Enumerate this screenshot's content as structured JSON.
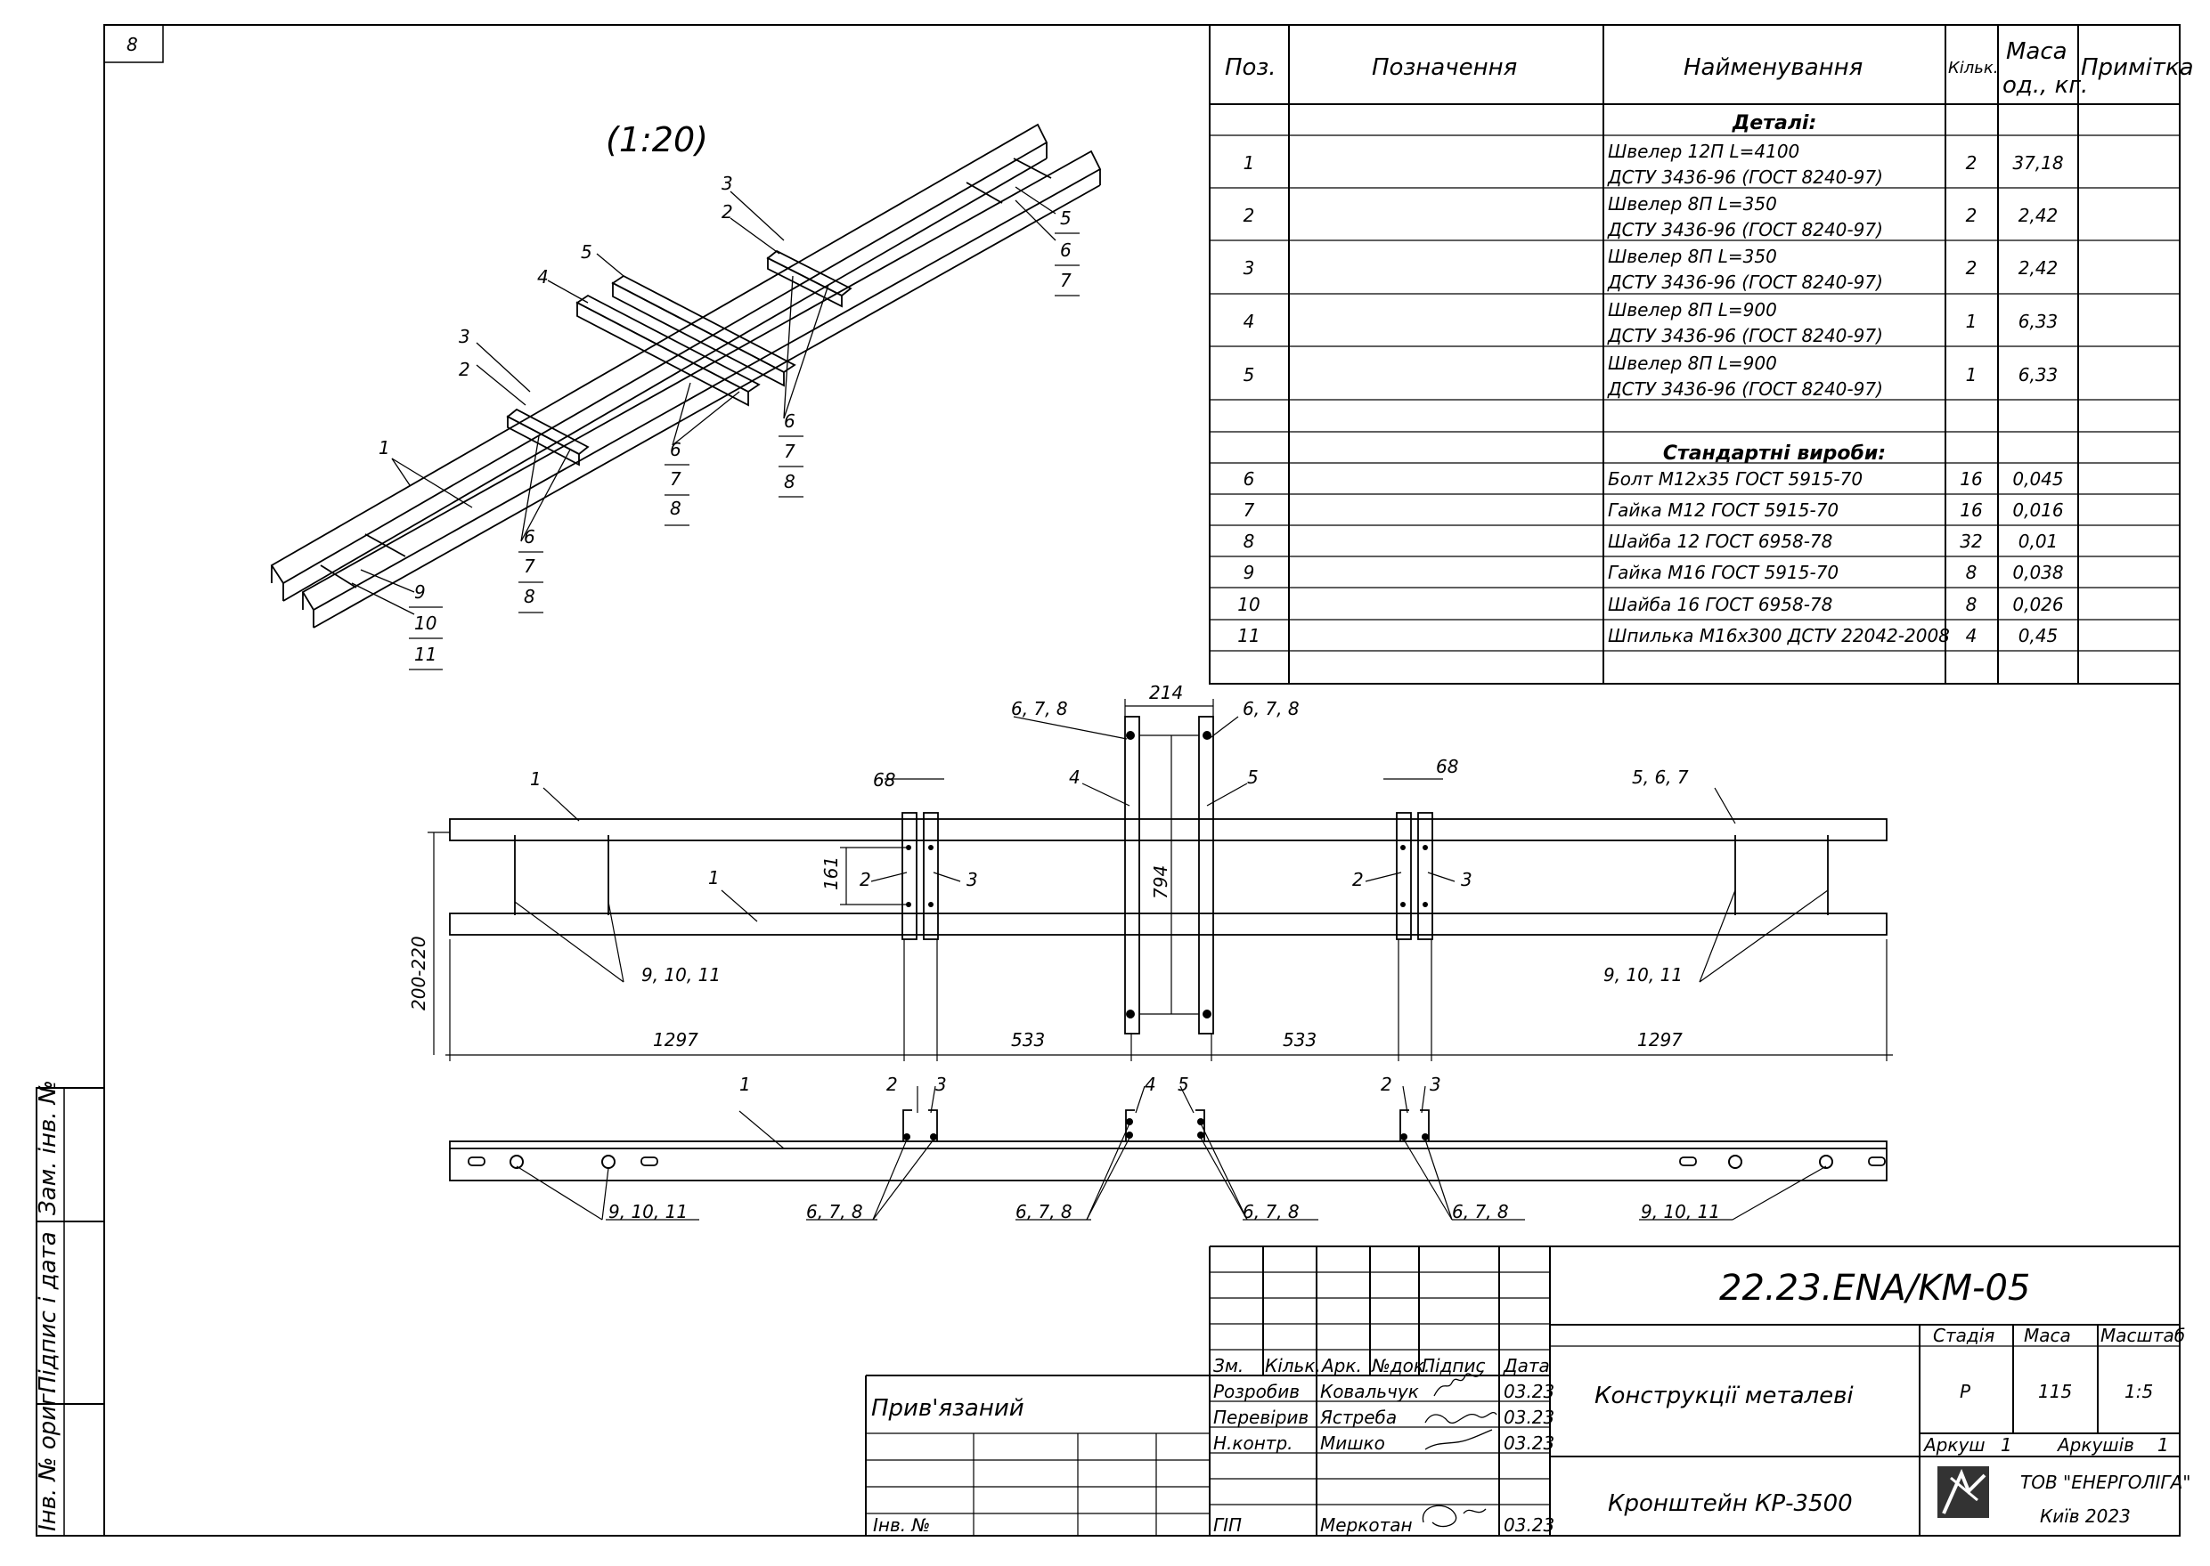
{
  "sheet_corner_number": "8",
  "iso_view": {
    "scale_label": "(1:20)",
    "callouts": [
      "1",
      "2",
      "3",
      "4",
      "5",
      "6",
      "7",
      "8",
      "9",
      "10",
      "11"
    ]
  },
  "spec_table": {
    "headers": {
      "pos": "Поз.",
      "designation": "Позначення",
      "name": "Найменування",
      "qty": "Кільк.",
      "mass_line1": "Маса",
      "mass_line2": "од., кг.",
      "note": "Примітка"
    },
    "section_details": "Деталі:",
    "details": [
      {
        "pos": "1",
        "name1": "Швелер 12П L=4100",
        "name2": "ДСТУ 3436-96 (ГОСТ 8240-97)",
        "qty": "2",
        "mass": "37,18"
      },
      {
        "pos": "2",
        "name1": "Швелер 8П L=350",
        "name2": "ДСТУ 3436-96 (ГОСТ 8240-97)",
        "qty": "2",
        "mass": "2,42"
      },
      {
        "pos": "3",
        "name1": "Швелер 8П L=350",
        "name2": "ДСТУ 3436-96 (ГОСТ 8240-97)",
        "qty": "2",
        "mass": "2,42"
      },
      {
        "pos": "4",
        "name1": "Швелер 8П L=900",
        "name2": "ДСТУ 3436-96 (ГОСТ 8240-97)",
        "qty": "1",
        "mass": "6,33"
      },
      {
        "pos": "5",
        "name1": "Швелер 8П L=900",
        "name2": "ДСТУ 3436-96 (ГОСТ 8240-97)",
        "qty": "1",
        "mass": "6,33"
      }
    ],
    "section_standard": "Стандартні вироби:",
    "standard": [
      {
        "pos": "6",
        "name": "Болт М12х35 ГОСТ 5915-70",
        "qty": "16",
        "mass": "0,045"
      },
      {
        "pos": "7",
        "name": "Гайка М12 ГОСТ 5915-70",
        "qty": "16",
        "mass": "0,016"
      },
      {
        "pos": "8",
        "name": "Шайба 12 ГОСТ 6958-78",
        "qty": "32",
        "mass": "0,01"
      },
      {
        "pos": "9",
        "name": "Гайка М16 ГОСТ 5915-70",
        "qty": "8",
        "mass": "0,038"
      },
      {
        "pos": "10",
        "name": "Шайба 16 ГОСТ 6958-78",
        "qty": "8",
        "mass": "0,026"
      },
      {
        "pos": "11",
        "name": "Шпилька М16х300 ДСТУ 22042-2008",
        "qty": "4",
        "mass": "0,45"
      }
    ]
  },
  "plan_view": {
    "dims": {
      "d214": "214",
      "d68a": "68",
      "d68b": "68",
      "d161": "161",
      "d794": "794",
      "d200": "200-220",
      "d1297a": "1297",
      "d533a": "533",
      "d533b": "533",
      "d1297b": "1297"
    },
    "labels": {
      "l678a": "6, 7, 8",
      "l678b": "6, 7, 8",
      "l1a": "1",
      "l1b": "1",
      "l4": "4",
      "l5": "5",
      "l567": "5, 6, 7",
      "l2a": "2",
      "l3a": "3",
      "l2b": "2",
      "l3b": "3",
      "l91011a": "9, 10, 11",
      "l91011b": "9, 10, 11"
    }
  },
  "side_view": {
    "labels": {
      "s1": "1",
      "s2a": "2",
      "s3a": "3",
      "s4": "4",
      "s5": "5",
      "s2b": "2",
      "s3b": "3",
      "s91011a": "9, 10, 11",
      "s678a": "6, 7, 8",
      "s678b": "6, 7, 8",
      "s678c": "6, 7, 8",
      "s678d": "6, 7, 8",
      "s91011b": "9, 10, 11"
    }
  },
  "title_block": {
    "doc_code": "22.23.ENA/KM-05",
    "hdr": {
      "zm": "Зм.",
      "kilk": "Кільк.",
      "ark": "Арк.",
      "ndok": "№док.",
      "pidpys": "Підпис",
      "data": "Дата"
    },
    "roles": [
      {
        "role": "Розробив",
        "name": "Ковальчук",
        "date": "03.23"
      },
      {
        "role": "Перевірив",
        "name": "Ястреба",
        "date": "03.23"
      },
      {
        "role": "Н.контр.",
        "name": "Мишко",
        "date": "03.23"
      },
      {
        "role": "ГІП",
        "name": "Меркотан",
        "date": "03.23"
      }
    ],
    "project_title": "Конструкції металеві",
    "sheet_title": "Кронштейн КР-3500",
    "stage_label": "Стадія",
    "mass_label": "Маса",
    "scale_label": "Масштаб",
    "stage": "Р",
    "mass": "115",
    "scale": "1:5",
    "sheet_label": "Аркуш",
    "sheet": "1",
    "sheets_label": "Аркушів",
    "sheets": "1",
    "company": "ТОВ \"ЕНЕРГОЛІГА\"",
    "city_year": "Київ 2023",
    "pryviaz": "Прив'язаний",
    "inv_no": "Інв. №"
  },
  "left_stamp": {
    "inv_orig": "Інв. № ориг.",
    "sign_date": "Підпис і дата",
    "replace_inv": "Зам. інв. №"
  }
}
